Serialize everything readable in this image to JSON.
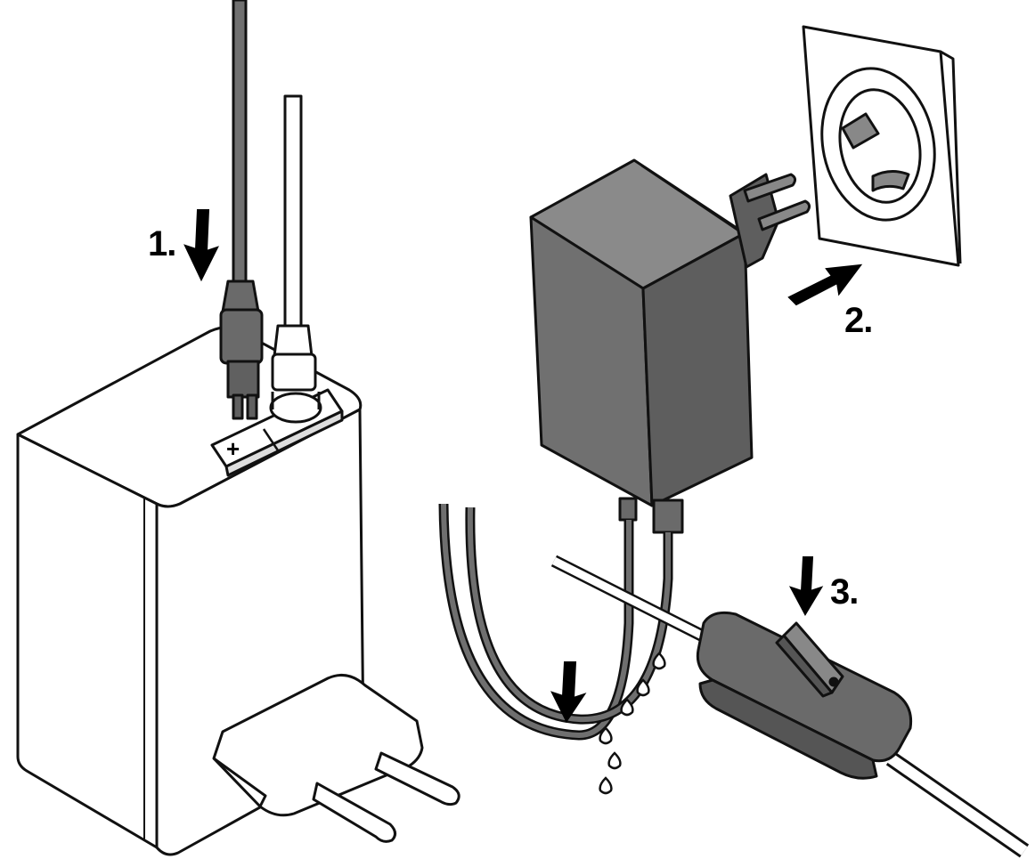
{
  "steps": {
    "step1": "1.",
    "step2": "2.",
    "step3": "3."
  },
  "controller_box": {
    "polarity": "+"
  },
  "colors": {
    "ink": "#111111",
    "dark_body": "#6f6f6f",
    "dark_face": "#858585",
    "light_body": "#ffffff",
    "cord_dark": "#707070",
    "cord_light": "#ffffff"
  }
}
